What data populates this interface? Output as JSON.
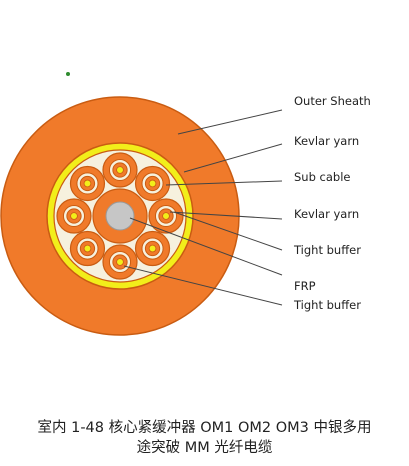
{
  "diagram": {
    "labels": {
      "outer_sheath": "Outer Sheath",
      "kevlar_yarn_outer": "Kevlar yarn",
      "sub_cable": "Sub cable",
      "kevlar_yarn_inner": "Kevlar yarn",
      "tight_buffer_1": "Tight buffer",
      "frp": "FRP",
      "tight_buffer_2": "Tight buffer"
    },
    "colors": {
      "sheath": "#f07a2a",
      "sheath_edge": "#c95c12",
      "yellow_ring": "#f2ee1a",
      "inner_bg": "#f6f1de",
      "subcable": "#f07a2a",
      "frp": "#c6c6c6",
      "leader": "#444444",
      "dot": "#2e8b2e"
    },
    "sub_cable_count": 8
  },
  "caption": {
    "line1": "室内 1-48 核心紧缓冲器 OM1 OM2 OM3 中银多用",
    "line2": "途突破 MM 光纤电缆"
  }
}
